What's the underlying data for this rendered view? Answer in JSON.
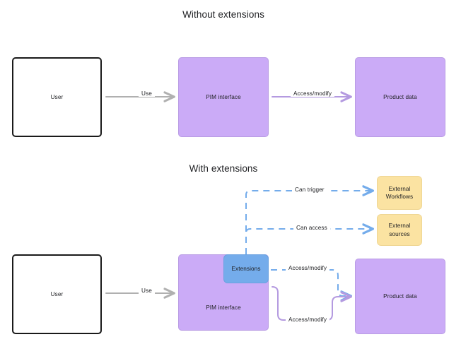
{
  "diagram": {
    "sections": [
      {
        "id": "without",
        "title": "Without extensions"
      },
      {
        "id": "with",
        "title": "With extensions"
      }
    ],
    "colors": {
      "purple_fill": "#cbabf7",
      "purple_stroke": "#b99ce4",
      "blue_fill": "#74aceb",
      "blue_stroke": "#6ba2e0",
      "yellow_fill": "#fbe3a2",
      "yellow_stroke": "#efd694",
      "white_fill": "#ffffff",
      "black_stroke": "#1a1a1a",
      "gray_connector": "#b0b0b0",
      "purple_connector": "#b49ae0",
      "blue_connector": "#74aceb",
      "text": "#202124"
    },
    "top_row": {
      "nodes": [
        {
          "id": "user-top",
          "label": "User",
          "style": "white-black-border"
        },
        {
          "id": "pim-top",
          "label": "PIM interface",
          "style": "purple"
        },
        {
          "id": "product-top",
          "label": "Product data",
          "style": "purple"
        }
      ],
      "connectors": [
        {
          "id": "use-top",
          "label": "Use",
          "from": "user-top",
          "to": "pim-top",
          "color": "gray",
          "dashed": false
        },
        {
          "id": "access-top",
          "label": "Access/modify",
          "from": "pim-top",
          "to": "product-top",
          "color": "purple",
          "dashed": false
        }
      ]
    },
    "bottom_row": {
      "nodes": [
        {
          "id": "user-bot",
          "label": "User",
          "style": "white-black-border"
        },
        {
          "id": "pim-bot",
          "label": "PIM interface",
          "style": "purple"
        },
        {
          "id": "extensions-box",
          "label": "Extensions",
          "style": "blue"
        },
        {
          "id": "product-bot",
          "label": "Product data",
          "style": "purple"
        },
        {
          "id": "ext-workflows",
          "label": "External Workflows",
          "style": "yellow"
        },
        {
          "id": "ext-sources",
          "label": "External sources",
          "style": "yellow"
        }
      ],
      "connectors": [
        {
          "id": "use-bot",
          "label": "Use",
          "from": "user-bot",
          "to": "pim-bot",
          "color": "gray",
          "dashed": false
        },
        {
          "id": "can-trigger",
          "label": "Can trigger",
          "from": "extensions-box",
          "to": "ext-workflows",
          "color": "blue",
          "dashed": true
        },
        {
          "id": "can-access",
          "label": "Can access",
          "from": "extensions-box",
          "to": "ext-sources",
          "color": "blue",
          "dashed": true
        },
        {
          "id": "access-dashed",
          "label": "Access/modify",
          "from": "extensions-box",
          "to": "product-bot",
          "color": "blue",
          "dashed": true
        },
        {
          "id": "access-purple",
          "label": "Access/modify",
          "from": "pim-bot",
          "to": "product-bot",
          "color": "purple",
          "dashed": false
        }
      ]
    }
  }
}
